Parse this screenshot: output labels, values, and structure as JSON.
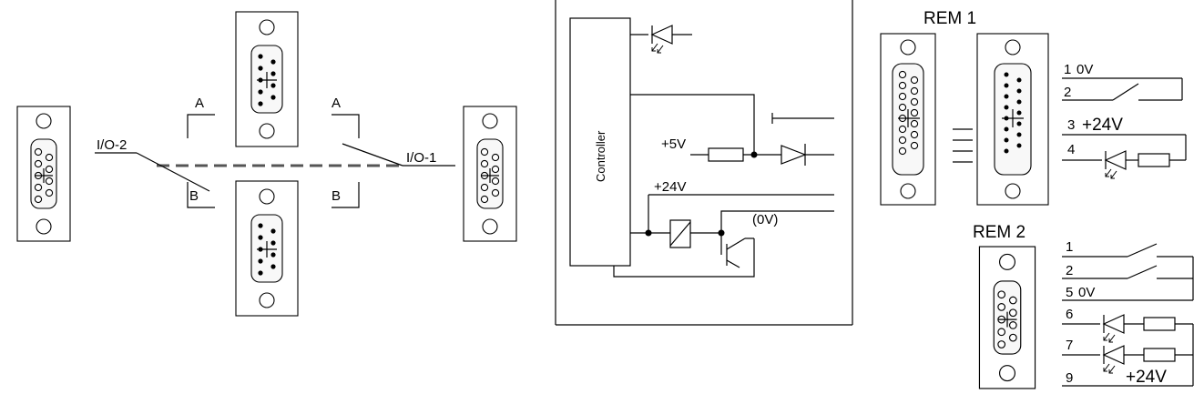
{
  "labels": {
    "io2": "I/O-2",
    "io1": "I/O-1",
    "a_left": "A",
    "a_right": "A",
    "b_left": "B",
    "b_right": "B",
    "controller": "Controller",
    "plus5v": "+5V",
    "plus24v": "+24V",
    "zero_v_paren": "(0V)",
    "rem1": "REM 1",
    "rem2": "REM 2",
    "rem1_pin1": "1",
    "rem1_pin1_sig": "0V",
    "rem1_pin2": "2",
    "rem1_pin3": "3",
    "rem1_pin3_sig": "+24V",
    "rem1_pin4": "4",
    "rem2_pin1": "1",
    "rem2_pin2": "2",
    "rem2_pin5": "5",
    "rem2_pin5_sig": "0V",
    "rem2_pin6": "6",
    "rem2_pin7": "7",
    "rem2_pin9": "9",
    "rem2_pin9_sig": "+24V"
  }
}
